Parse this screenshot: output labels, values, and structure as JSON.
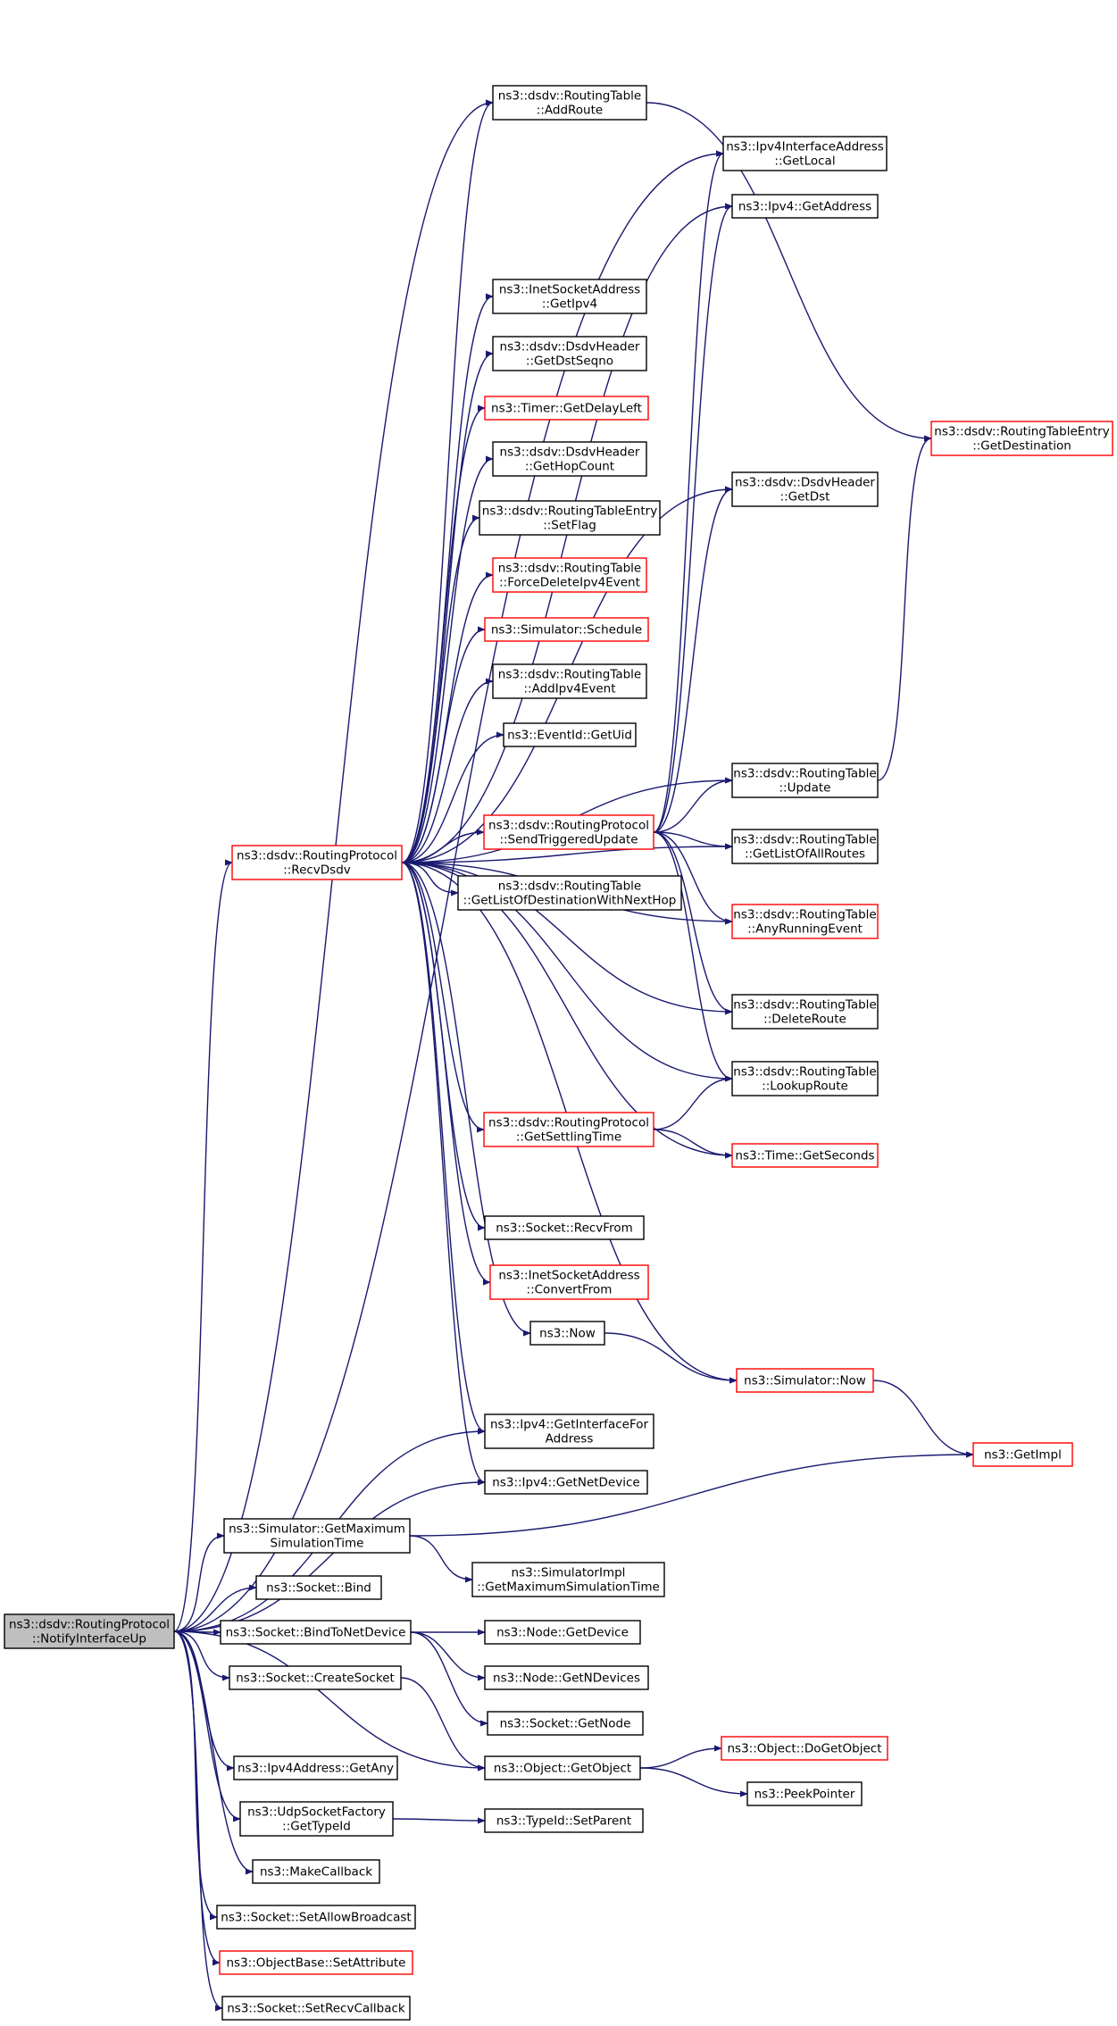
{
  "colors": {
    "edge": "#191970",
    "border_default": "#000000",
    "border_alert": "#ff0000",
    "fill_root": "#bfbfbf",
    "fill_default": "#ffffff"
  },
  "nodes": [
    {
      "id": "notify",
      "lines": [
        "ns3::dsdv::RoutingProtocol",
        "::NotifyInterfaceUp"
      ],
      "style": "root"
    },
    {
      "id": "recvdsdv",
      "lines": [
        "ns3::dsdv::RoutingProtocol",
        "::RecvDsdv"
      ],
      "style": "alert"
    },
    {
      "id": "addroute",
      "lines": [
        "ns3::dsdv::RoutingTable",
        "::AddRoute"
      ],
      "style": "default"
    },
    {
      "id": "getlocal",
      "lines": [
        "ns3::Ipv4InterfaceAddress",
        "::GetLocal"
      ],
      "style": "default"
    },
    {
      "id": "getaddress",
      "lines": [
        "ns3::Ipv4::GetAddress"
      ],
      "style": "default"
    },
    {
      "id": "getipv4",
      "lines": [
        "ns3::InetSocketAddress",
        "::GetIpv4"
      ],
      "style": "default"
    },
    {
      "id": "getdstseqno",
      "lines": [
        "ns3::dsdv::DsdvHeader",
        "::GetDstSeqno"
      ],
      "style": "default"
    },
    {
      "id": "getdelayleft",
      "lines": [
        "ns3::Timer::GetDelayLeft"
      ],
      "style": "alert"
    },
    {
      "id": "getdestination",
      "lines": [
        "ns3::dsdv::RoutingTableEntry",
        "::GetDestination"
      ],
      "style": "alert"
    },
    {
      "id": "gethopcount",
      "lines": [
        "ns3::dsdv::DsdvHeader",
        "::GetHopCount"
      ],
      "style": "default"
    },
    {
      "id": "getdst",
      "lines": [
        "ns3::dsdv::DsdvHeader",
        "::GetDst"
      ],
      "style": "default"
    },
    {
      "id": "setflag",
      "lines": [
        "ns3::dsdv::RoutingTableEntry",
        "::SetFlag"
      ],
      "style": "default"
    },
    {
      "id": "forcedelete",
      "lines": [
        "ns3::dsdv::RoutingTable",
        "::ForceDeleteIpv4Event"
      ],
      "style": "alert"
    },
    {
      "id": "schedule",
      "lines": [
        "ns3::Simulator::Schedule"
      ],
      "style": "alert"
    },
    {
      "id": "addipv4event",
      "lines": [
        "ns3::dsdv::RoutingTable",
        "::AddIpv4Event"
      ],
      "style": "default"
    },
    {
      "id": "getuid",
      "lines": [
        "ns3::EventId::GetUid"
      ],
      "style": "default"
    },
    {
      "id": "update",
      "lines": [
        "ns3::dsdv::RoutingTable",
        "::Update"
      ],
      "style": "default"
    },
    {
      "id": "sendtriggered",
      "lines": [
        "ns3::dsdv::RoutingProtocol",
        "::SendTriggeredUpdate"
      ],
      "style": "alert"
    },
    {
      "id": "getlistallroutes",
      "lines": [
        "ns3::dsdv::RoutingTable",
        "::GetListOfAllRoutes"
      ],
      "style": "default"
    },
    {
      "id": "getlistdest",
      "lines": [
        "ns3::dsdv::RoutingTable",
        "::GetListOfDestinationWithNextHop"
      ],
      "style": "default"
    },
    {
      "id": "anyrunning",
      "lines": [
        "ns3::dsdv::RoutingTable",
        "::AnyRunningEvent"
      ],
      "style": "alert"
    },
    {
      "id": "deleteroute",
      "lines": [
        "ns3::dsdv::RoutingTable",
        "::DeleteRoute"
      ],
      "style": "default"
    },
    {
      "id": "lookuproute",
      "lines": [
        "ns3::dsdv::RoutingTable",
        "::LookupRoute"
      ],
      "style": "default"
    },
    {
      "id": "getsettling",
      "lines": [
        "ns3::dsdv::RoutingProtocol",
        "::GetSettlingTime"
      ],
      "style": "alert"
    },
    {
      "id": "getseconds",
      "lines": [
        "ns3::Time::GetSeconds"
      ],
      "style": "alert"
    },
    {
      "id": "recvfrom",
      "lines": [
        "ns3::Socket::RecvFrom"
      ],
      "style": "default"
    },
    {
      "id": "convertfrom",
      "lines": [
        "ns3::InetSocketAddress",
        "::ConvertFrom"
      ],
      "style": "alert"
    },
    {
      "id": "now",
      "lines": [
        "ns3::Now"
      ],
      "style": "default"
    },
    {
      "id": "simnow",
      "lines": [
        "ns3::Simulator::Now"
      ],
      "style": "alert"
    },
    {
      "id": "getinterfacefor",
      "lines": [
        "ns3::Ipv4::GetInterfaceFor",
        "Address"
      ],
      "style": "default"
    },
    {
      "id": "getimpl",
      "lines": [
        "ns3::GetImpl"
      ],
      "style": "alert"
    },
    {
      "id": "getnetdevice",
      "lines": [
        "ns3::Ipv4::GetNetDevice"
      ],
      "style": "default"
    },
    {
      "id": "getmaxsimtime",
      "lines": [
        "ns3::Simulator::GetMaximum",
        "SimulationTime"
      ],
      "style": "default"
    },
    {
      "id": "simimplmax",
      "lines": [
        "ns3::SimulatorImpl",
        "::GetMaximumSimulationTime"
      ],
      "style": "default"
    },
    {
      "id": "bind",
      "lines": [
        "ns3::Socket::Bind"
      ],
      "style": "default"
    },
    {
      "id": "bindtonetdevice",
      "lines": [
        "ns3::Socket::BindToNetDevice"
      ],
      "style": "default"
    },
    {
      "id": "getdevice",
      "lines": [
        "ns3::Node::GetDevice"
      ],
      "style": "default"
    },
    {
      "id": "createsocket",
      "lines": [
        "ns3::Socket::CreateSocket"
      ],
      "style": "default"
    },
    {
      "id": "getndevices",
      "lines": [
        "ns3::Node::GetNDevices"
      ],
      "style": "default"
    },
    {
      "id": "getnode",
      "lines": [
        "ns3::Socket::GetNode"
      ],
      "style": "default"
    },
    {
      "id": "dogetobject",
      "lines": [
        "ns3::Object::DoGetObject"
      ],
      "style": "alert"
    },
    {
      "id": "getany",
      "lines": [
        "ns3::Ipv4Address::GetAny"
      ],
      "style": "default"
    },
    {
      "id": "getobject",
      "lines": [
        "ns3::Object::GetObject"
      ],
      "style": "default"
    },
    {
      "id": "peekpointer",
      "lines": [
        "ns3::PeekPointer"
      ],
      "style": "default"
    },
    {
      "id": "udpgettypeid",
      "lines": [
        "ns3::UdpSocketFactory",
        "::GetTypeId"
      ],
      "style": "default"
    },
    {
      "id": "setparent",
      "lines": [
        "ns3::TypeId::SetParent"
      ],
      "style": "default"
    },
    {
      "id": "makecallback",
      "lines": [
        "ns3::MakeCallback"
      ],
      "style": "default"
    },
    {
      "id": "setallowbroadcast",
      "lines": [
        "ns3::Socket::SetAllowBroadcast"
      ],
      "style": "default"
    },
    {
      "id": "setattribute",
      "lines": [
        "ns3::ObjectBase::SetAttribute"
      ],
      "style": "alert"
    },
    {
      "id": "setrecvcallback",
      "lines": [
        "ns3::Socket::SetRecvCallback"
      ],
      "style": "default"
    }
  ],
  "edges": [
    [
      "notify",
      "addroute"
    ],
    [
      "notify",
      "getlocal"
    ],
    [
      "notify",
      "recvdsdv"
    ],
    [
      "notify",
      "getinterfacefor"
    ],
    [
      "notify",
      "getnetdevice"
    ],
    [
      "notify",
      "getmaxsimtime"
    ],
    [
      "notify",
      "bind"
    ],
    [
      "notify",
      "bindtonetdevice"
    ],
    [
      "notify",
      "createsocket"
    ],
    [
      "notify",
      "getobject"
    ],
    [
      "notify",
      "getany"
    ],
    [
      "notify",
      "udpgettypeid"
    ],
    [
      "notify",
      "makecallback"
    ],
    [
      "notify",
      "setallowbroadcast"
    ],
    [
      "notify",
      "setattribute"
    ],
    [
      "notify",
      "setrecvcallback"
    ],
    [
      "recvdsdv",
      "addroute"
    ],
    [
      "recvdsdv",
      "getaddress"
    ],
    [
      "recvdsdv",
      "getdst"
    ],
    [
      "recvdsdv",
      "getipv4"
    ],
    [
      "recvdsdv",
      "getdstseqno"
    ],
    [
      "recvdsdv",
      "getdelayleft"
    ],
    [
      "recvdsdv",
      "gethopcount"
    ],
    [
      "recvdsdv",
      "setflag"
    ],
    [
      "recvdsdv",
      "forcedelete"
    ],
    [
      "recvdsdv",
      "schedule"
    ],
    [
      "recvdsdv",
      "addipv4event"
    ],
    [
      "recvdsdv",
      "getuid"
    ],
    [
      "recvdsdv",
      "update"
    ],
    [
      "recvdsdv",
      "sendtriggered"
    ],
    [
      "recvdsdv",
      "getlistdest"
    ],
    [
      "recvdsdv",
      "getlistallroutes"
    ],
    [
      "recvdsdv",
      "anyrunning"
    ],
    [
      "recvdsdv",
      "deleteroute"
    ],
    [
      "recvdsdv",
      "lookuproute"
    ],
    [
      "recvdsdv",
      "getsettling"
    ],
    [
      "recvdsdv",
      "getseconds"
    ],
    [
      "recvdsdv",
      "recvfrom"
    ],
    [
      "recvdsdv",
      "convertfrom"
    ],
    [
      "recvdsdv",
      "now"
    ],
    [
      "recvdsdv",
      "simnow"
    ],
    [
      "recvdsdv",
      "getinterfacefor"
    ],
    [
      "recvdsdv",
      "getnetdevice"
    ],
    [
      "addroute",
      "getdestination"
    ],
    [
      "sendtriggered",
      "getlocal"
    ],
    [
      "sendtriggered",
      "getaddress"
    ],
    [
      "sendtriggered",
      "getdst"
    ],
    [
      "sendtriggered",
      "update"
    ],
    [
      "sendtriggered",
      "getlistallroutes"
    ],
    [
      "sendtriggered",
      "anyrunning"
    ],
    [
      "sendtriggered",
      "deleteroute"
    ],
    [
      "sendtriggered",
      "lookuproute"
    ],
    [
      "update",
      "getdestination"
    ],
    [
      "getsettling",
      "lookuproute"
    ],
    [
      "getsettling",
      "getseconds"
    ],
    [
      "now",
      "simnow"
    ],
    [
      "simnow",
      "getimpl"
    ],
    [
      "getmaxsimtime",
      "getimpl"
    ],
    [
      "getmaxsimtime",
      "simimplmax"
    ],
    [
      "bindtonetdevice",
      "getdevice"
    ],
    [
      "bindtonetdevice",
      "getndevices"
    ],
    [
      "bindtonetdevice",
      "getnode"
    ],
    [
      "createsocket",
      "getobject"
    ],
    [
      "getobject",
      "dogetobject"
    ],
    [
      "getobject",
      "peekpointer"
    ],
    [
      "udpgettypeid",
      "setparent"
    ]
  ]
}
